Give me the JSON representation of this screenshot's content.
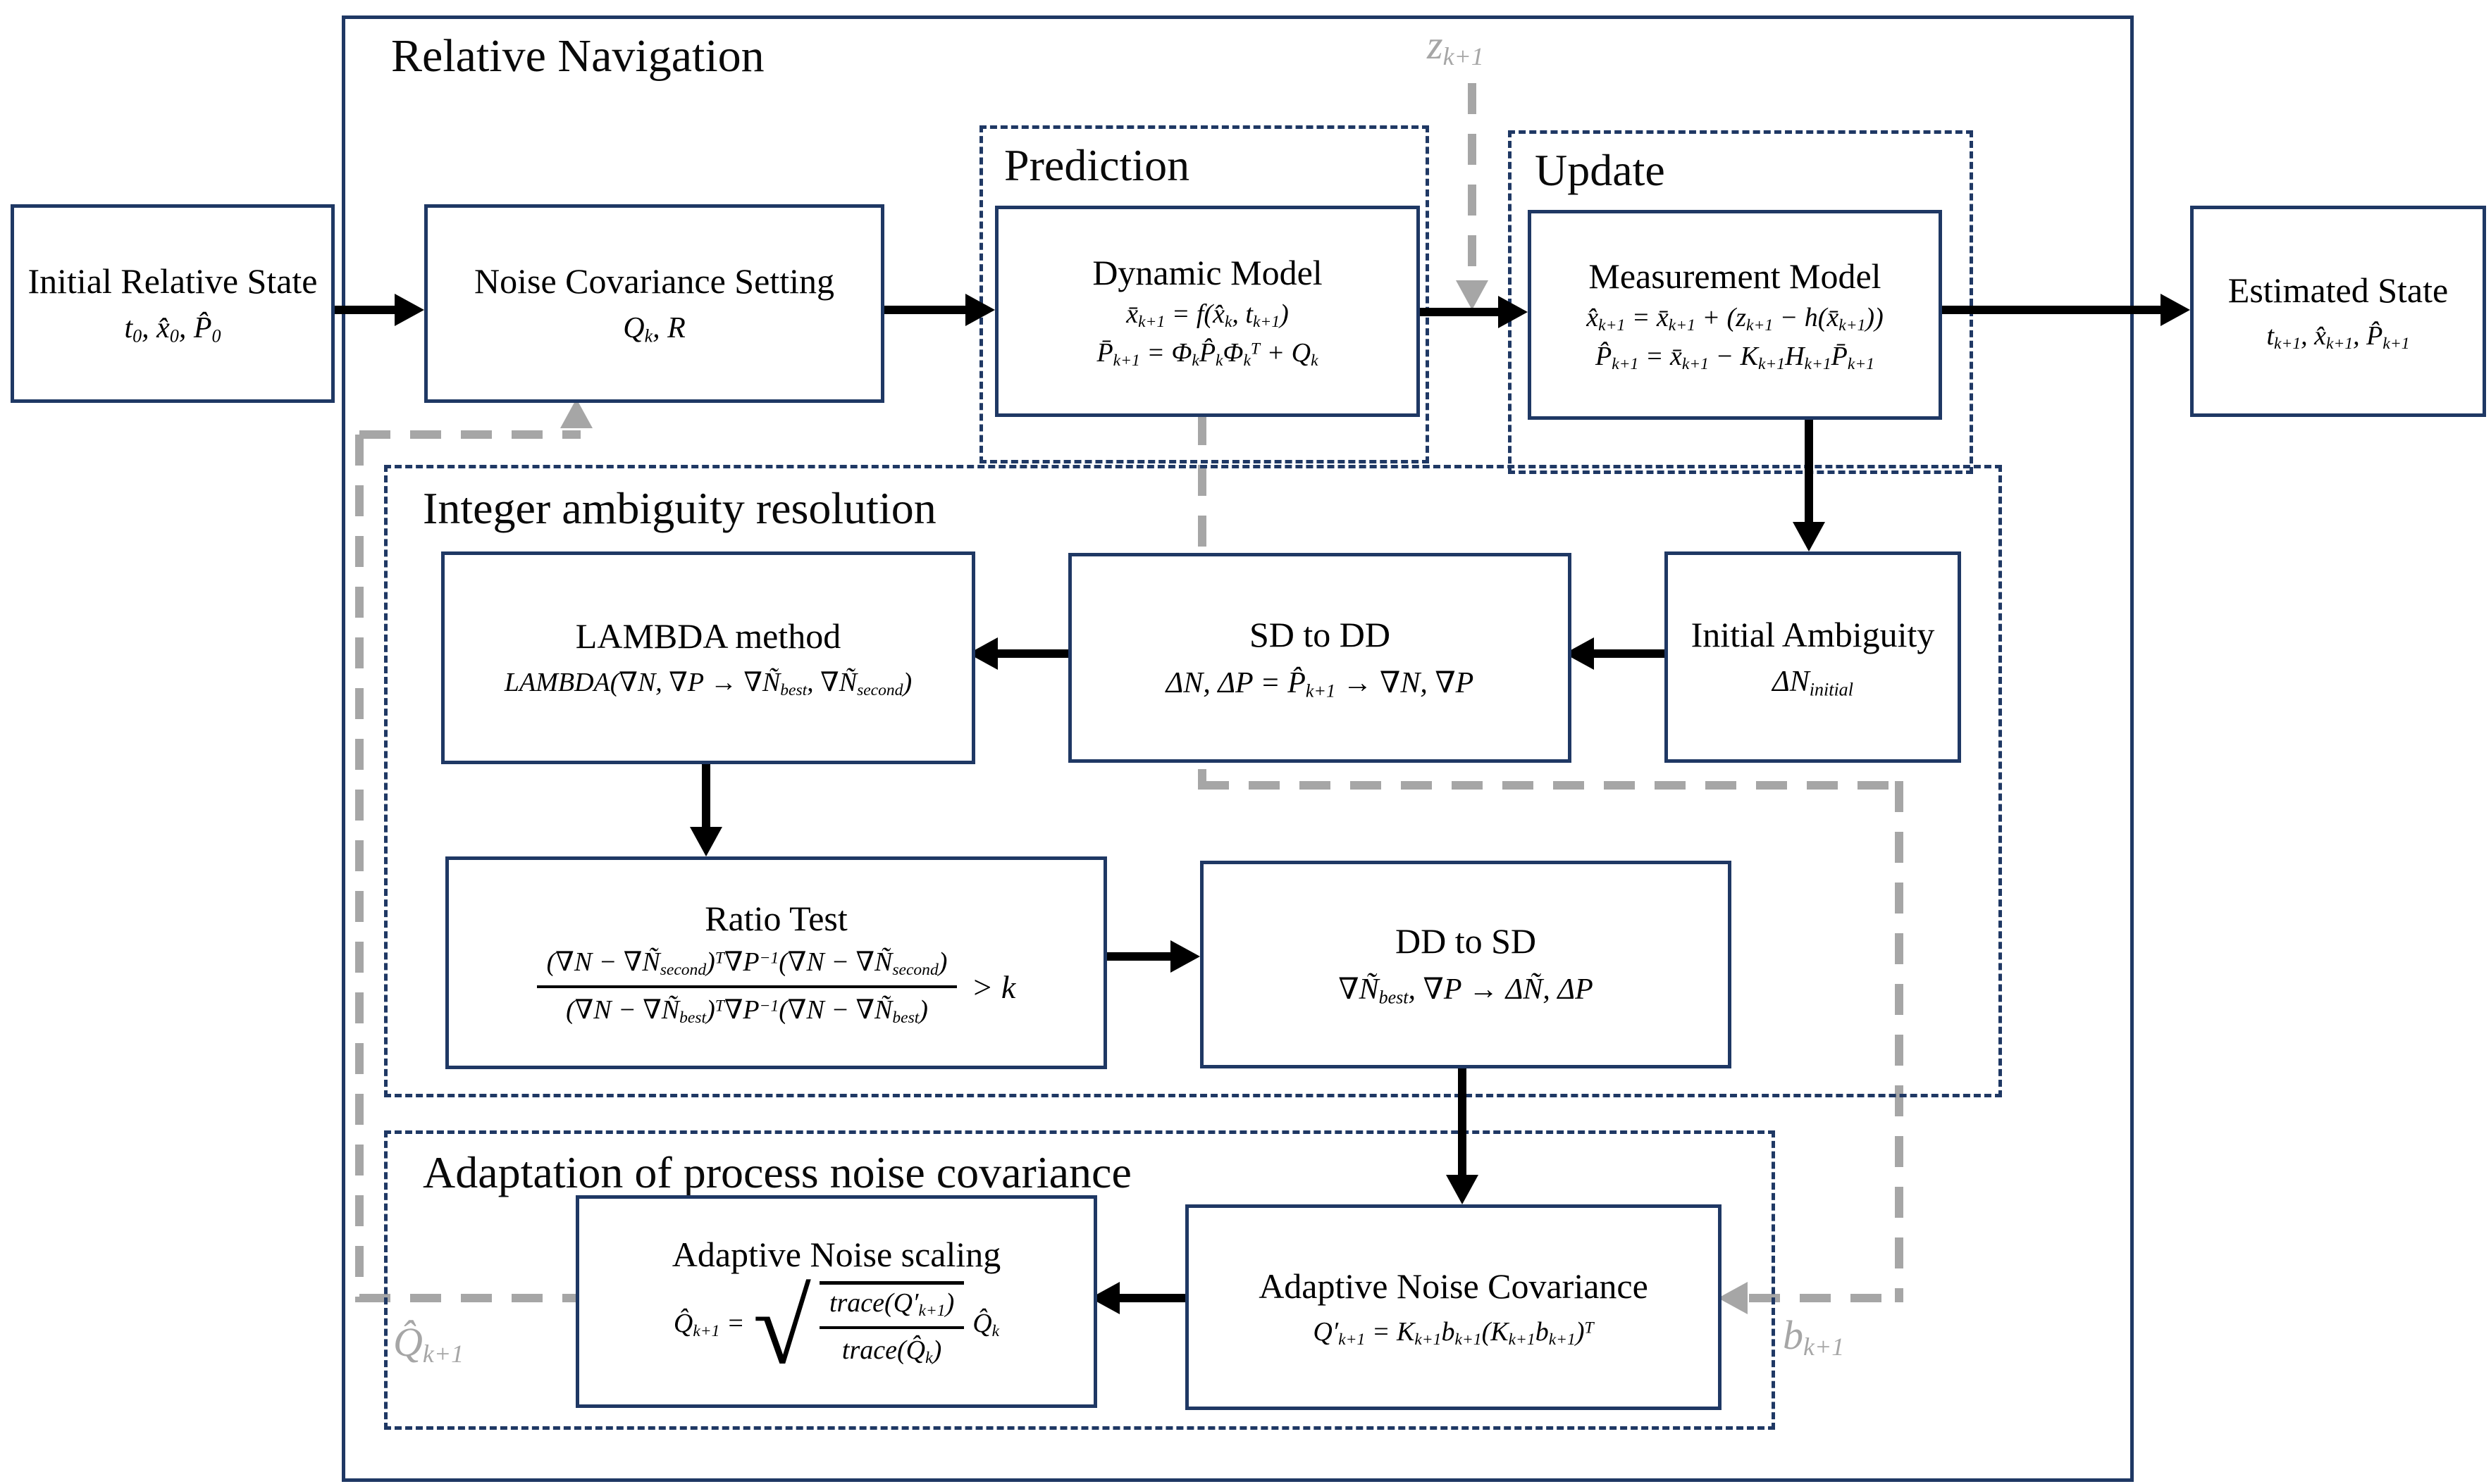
{
  "diagram": {
    "title": "Relative Navigation",
    "initial_state": {
      "title": "Initial Relative State",
      "math": "t_{0}, x̂_{0}, P̂_{0}"
    },
    "noise_setting": {
      "title": "Noise Covariance Setting",
      "math": "Q_{k}, R"
    },
    "prediction": {
      "label": "Prediction",
      "dynamic_model": {
        "title": "Dynamic Model",
        "eq1": "x̄_{k+1} = f(x̂_{k}, t_{k+1})",
        "eq2": "P̄_{k+1} = Φ_{k}P̂_{k}Φ_{k}^{T} + Q_{k}"
      }
    },
    "update": {
      "label": "Update",
      "measurement_model": {
        "title": "Measurement Model",
        "eq1": "x̂_{k+1} = x̄_{k+1} + (z_{k+1} − h(x̄_{k+1}))",
        "eq2": "P̂_{k+1} = x̄_{k+1} − K_{k+1}H_{k+1}P̄_{k+1}"
      }
    },
    "estimated_state": {
      "title": "Estimated State",
      "math": "t_{k+1}, x̂_{k+1}, P̂_{k+1}"
    },
    "integer_ambiguity": {
      "label": "Integer ambiguity resolution",
      "lambda": {
        "title": "LAMBDA method",
        "eq": "LAMBDA(∇N, ∇P → ∇Ñ_{best}, ∇Ñ_{second})"
      },
      "sd_to_dd": {
        "title": "SD to DD",
        "eq": "ΔN, ΔP = P̂_{k+1} → ∇N, ∇P"
      },
      "initial_ambiguity": {
        "title": "Initial Ambiguity",
        "eq": "ΔN_{initial}"
      },
      "ratio_test": {
        "title": "Ratio Test",
        "numerator": "(∇N − ∇Ñ_{second})^{T}∇P^{−1}(∇N − ∇Ñ_{second})",
        "denominator": "(∇N − ∇Ñ_{best})^{T}∇P^{−1}(∇N − ∇Ñ_{best})",
        "rhs": "> k"
      },
      "dd_to_sd": {
        "title": "DD to SD",
        "eq": "∇Ñ_{best}, ∇P → ΔÑ, ΔP"
      }
    },
    "adaptation": {
      "label": "Adaptation of process noise covariance",
      "noise_scaling": {
        "title": "Adaptive Noise scaling",
        "lhs": "Q̂_{k+1} =",
        "radical": "√",
        "numerator": "trace(Q′_{k+1})",
        "denominator": "trace(Q̂_{k})",
        "tail": "Q̂_{k}"
      },
      "noise_covariance": {
        "title": "Adaptive Noise Covariance",
        "eq": "Q′_{k+1} = K_{k+1}b_{k+1}(K_{k+1}b_{k+1})^{T}"
      }
    },
    "signals": {
      "z": "z_{k+1}",
      "q": "Q̂_{k+1}",
      "b": "b_{k+1}"
    },
    "colors": {
      "border": "#1f3864",
      "arrow": "#000000",
      "signal_gray": "#a6a6a6"
    }
  }
}
